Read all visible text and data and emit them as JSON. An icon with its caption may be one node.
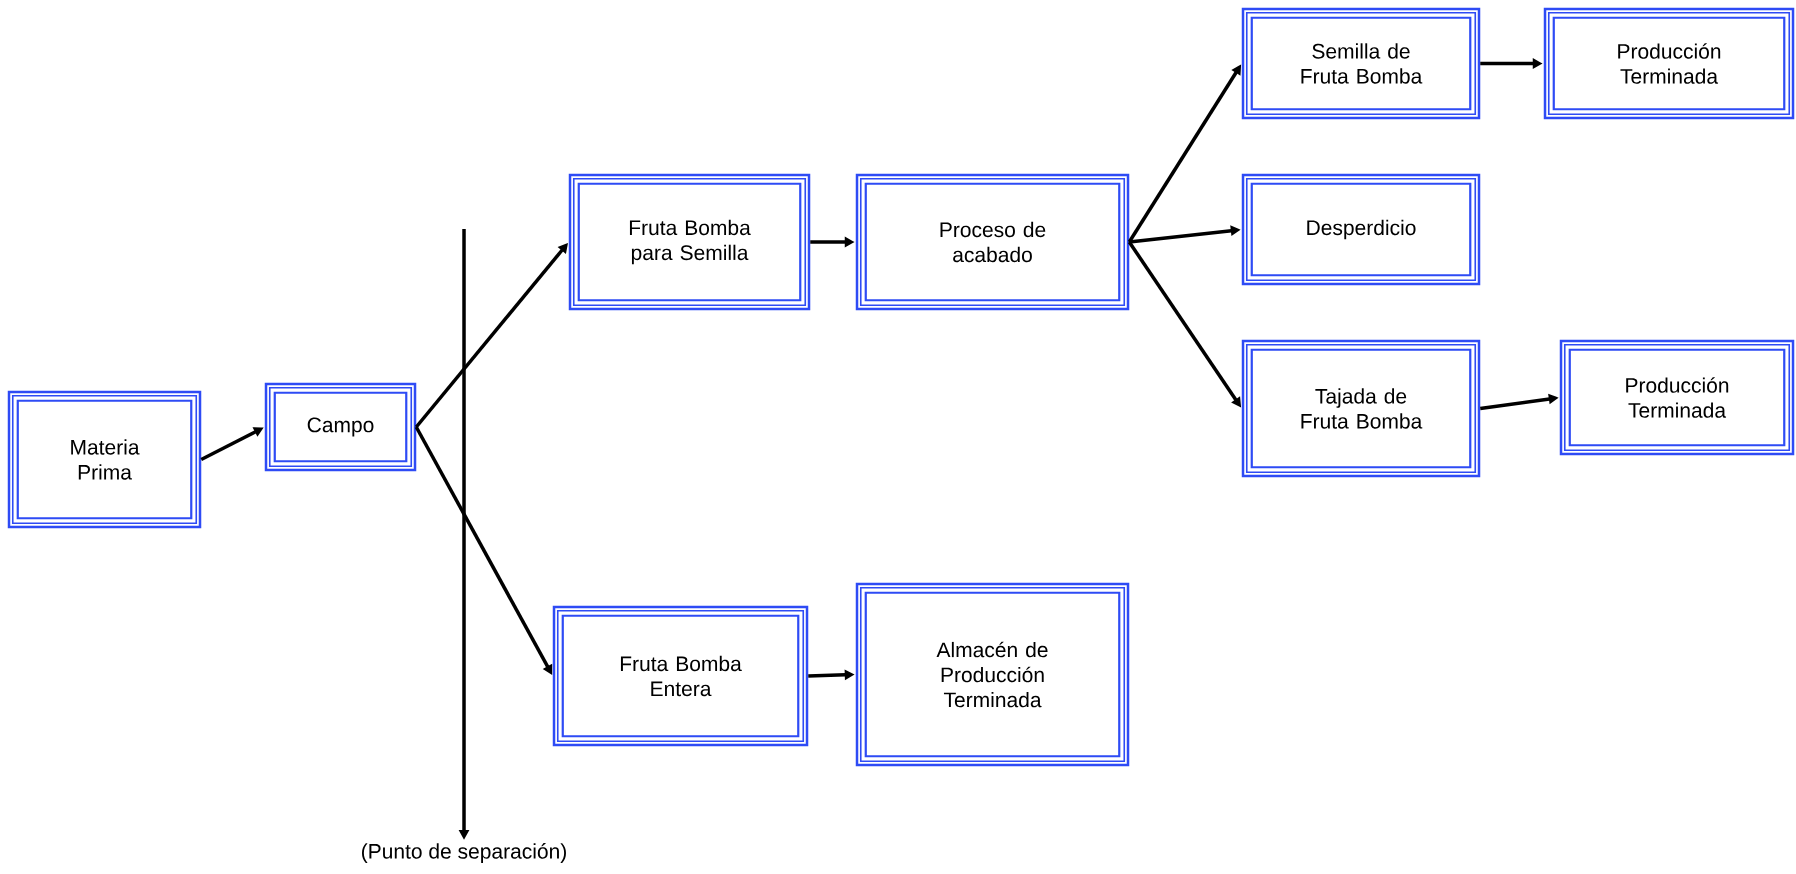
{
  "diagram": {
    "nodes": [
      {
        "text": [
          "Materia Prima"
        ]
      },
      {
        "text": [
          "Campo"
        ]
      },
      {
        "text": [
          "Fruta Bomba para Semilla"
        ]
      },
      {
        "text": [
          "Proceso de acabado"
        ]
      },
      {
        "text": [
          "Semilla de Fruta Bomba"
        ]
      },
      {
        "text": [
          "Producción Terminada"
        ]
      },
      {
        "text": [
          "Desperdicio"
        ]
      },
      {
        "text": [
          "Tajada de Fruta Bomba"
        ]
      },
      {
        "text": [
          "Producción Terminada"
        ]
      },
      {
        "text": [
          "Fruta Bomba Entera"
        ]
      },
      {
        "text": [
          "Almacén de Producción Terminada"
        ]
      },
      {
        "text": [
          "(Punto de separación)"
        ]
      }
    ],
    "edges": [
      {
        "from": 0,
        "to": 1,
        "arrow": "to"
      },
      {
        "from": 1,
        "to": 2,
        "arrow": "to"
      },
      {
        "from": 1,
        "to": 9,
        "arrow": "to"
      },
      {
        "from": 2,
        "to": 3,
        "arrow": "to"
      },
      {
        "from": 3,
        "to": 4,
        "arrow": "to"
      },
      {
        "from": 3,
        "to": 6,
        "arrow": "to"
      },
      {
        "from": 3,
        "to": 7,
        "arrow": "to"
      },
      {
        "from": 4,
        "to": 5,
        "arrow": "to"
      },
      {
        "from": 7,
        "to": 8,
        "arrow": "to"
      },
      {
        "from": 9,
        "to": 10,
        "arrow": "to"
      },
      {
        "from": null,
        "to": 11,
        "arrow": "to"
      }
    ]
  }
}
